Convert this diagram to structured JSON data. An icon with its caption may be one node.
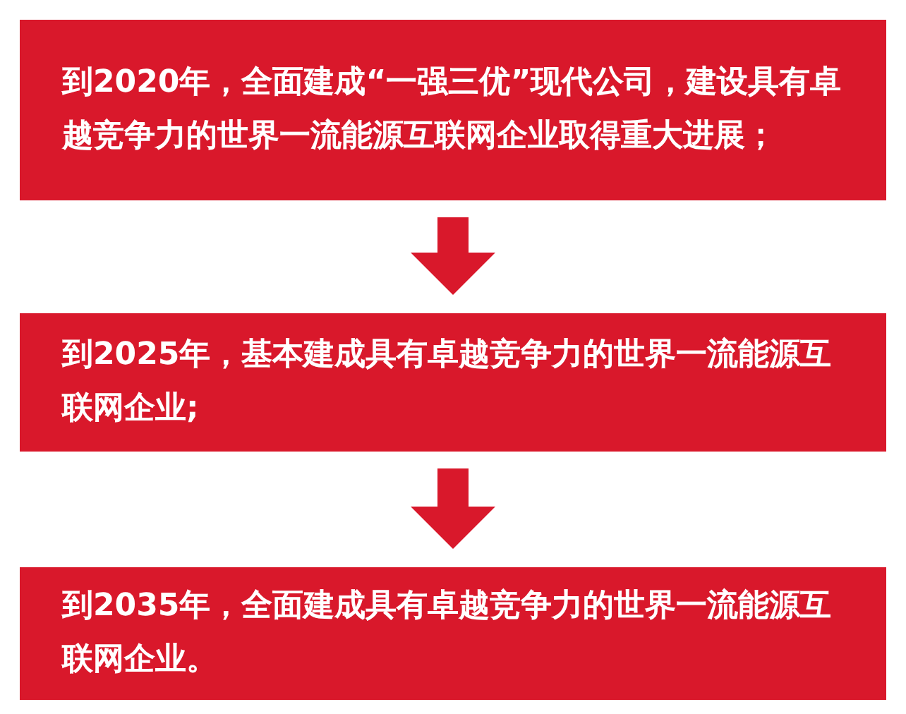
{
  "diagram": {
    "nodes": [
      {
        "text": [
          "到2020年，全面建成“一强三优”现代公司，建设具有卓越竞争力的世界一流能源互联网企业取得重大进展；"
        ]
      },
      {
        "text": [
          "到2025年，基本建成具有卓越竞争力的世界一流能源互联网企业;"
        ]
      },
      {
        "text": [
          "到2035年，全面建成具有卓越竞争力的世界一流能源互联网企业。"
        ]
      }
    ],
    "edges": [
      {
        "from": 0,
        "to": 1,
        "arrow": "to"
      },
      {
        "from": 1,
        "to": 2,
        "arrow": "to"
      }
    ]
  }
}
